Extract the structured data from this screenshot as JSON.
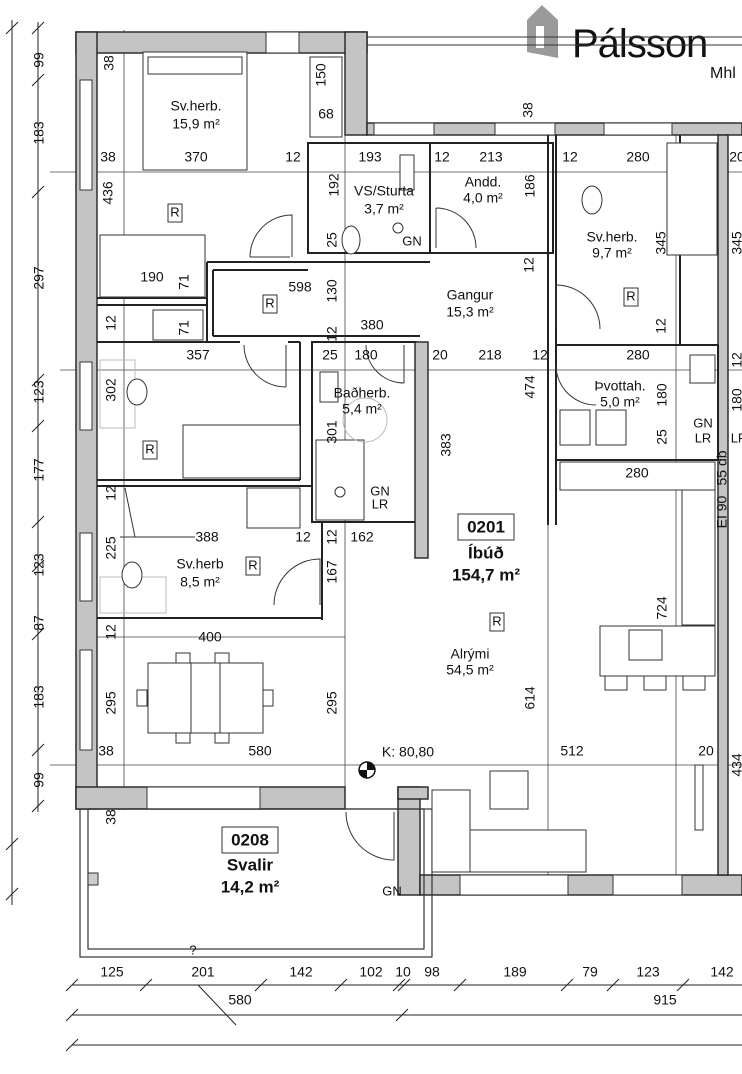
{
  "logo": {
    "brand": "Pálsson",
    "sub": "Mhl"
  },
  "rooms": {
    "master_bedroom": {
      "name": "Sv.herb.",
      "area": "15,9 m²"
    },
    "wc_shower": {
      "name": "VS/Sturta",
      "area": "3,7 m²"
    },
    "entry": {
      "name": "Andd.",
      "area": "4,0 m²"
    },
    "bedroom_right": {
      "name": "Sv.herb.",
      "area": "9,7 m²"
    },
    "hallway": {
      "name": "Gangur",
      "area": "15,3 m²"
    },
    "bathroom": {
      "name": "Baðherb.",
      "area": "5,4 m²"
    },
    "laundry": {
      "name": "Þvottah.",
      "area": "5,0 m²"
    },
    "bedroom_small": {
      "name": "Sv.herb",
      "area": "8,5 m²"
    },
    "living": {
      "name": "Alrými",
      "area": "54,5 m²"
    }
  },
  "units": {
    "apartment": {
      "number": "0201",
      "type": "Íbúð",
      "area": "154,7 m²"
    },
    "balcony": {
      "number": "0208",
      "type": "Svalir",
      "area": "14,2 m²"
    }
  },
  "markers": {
    "room_tag": "R",
    "gn": "GN",
    "lr": "LR",
    "level": "K: 80,80",
    "unknown": "?"
  },
  "dims": [
    "38",
    "150",
    "68",
    "38",
    "370",
    "12",
    "193",
    "12",
    "213",
    "12",
    "280",
    "20",
    "38",
    "436",
    "192",
    "186",
    "25",
    "345",
    "345",
    "12",
    "190",
    "71",
    "598",
    "130",
    "12",
    "71",
    "380",
    "12",
    "12",
    "357",
    "25",
    "180",
    "20",
    "218",
    "12",
    "280",
    "12",
    "302",
    "474",
    "180",
    "180",
    "301",
    "383",
    "25",
    "280",
    "12",
    "388",
    "12",
    "12",
    "162",
    "225",
    "167",
    "12",
    "400",
    "724",
    "295",
    "295",
    "614",
    "38",
    "580",
    "512",
    "20",
    "434",
    "38",
    "55 db",
    "EI 90"
  ],
  "left_dims": [
    "99",
    "183",
    "297",
    "123",
    "177",
    "123",
    "87",
    "183",
    "99"
  ],
  "bottom_dims": {
    "row1": [
      "125",
      "201",
      "142",
      "102",
      "10",
      "98",
      "189",
      "79",
      "123",
      "142"
    ],
    "row2": [
      "580",
      "915"
    ]
  }
}
